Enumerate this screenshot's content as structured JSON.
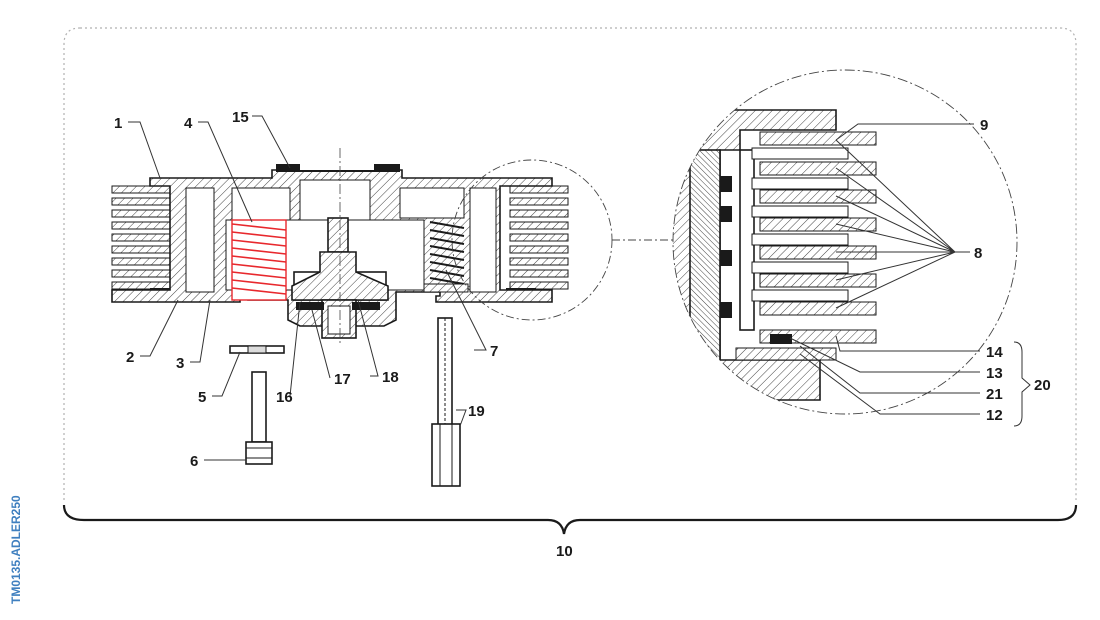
{
  "diagram": {
    "reference_code": "TM0135.ADLER250",
    "callouts": {
      "c1": "1",
      "c2": "2",
      "c3": "3",
      "c4": "4",
      "c5": "5",
      "c6": "6",
      "c7": "7",
      "c8": "8",
      "c9": "9",
      "c10": "10",
      "c12": "12",
      "c13": "13",
      "c14": "14",
      "c15": "15",
      "c16": "16",
      "c17": "17",
      "c18": "18",
      "c19": "19",
      "c20": "20",
      "c21": "21"
    },
    "colors": {
      "line": "#1a1a1a",
      "spring_highlight": "#e8282d",
      "reference_text": "#3f7fbf",
      "frame": "#b0b0b0"
    }
  }
}
